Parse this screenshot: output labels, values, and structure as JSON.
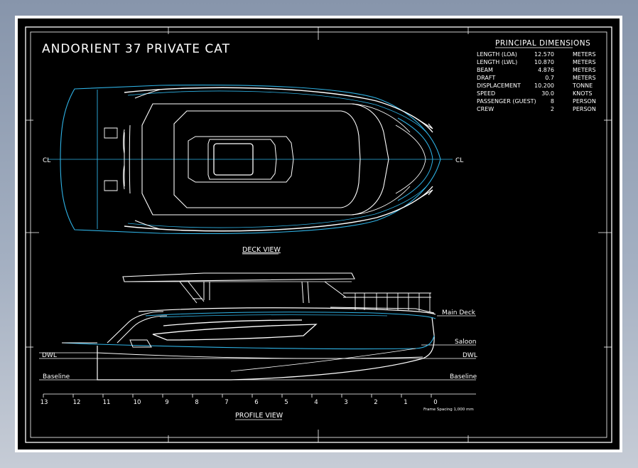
{
  "drawing": {
    "title": "ANDORIENT 37 PRIVATE CAT",
    "principal_dimensions": {
      "heading": "PRINCIPAL DIMENSIONS",
      "rows": [
        {
          "label": "LENGTH (LOA)",
          "value": "12.570",
          "unit": "METERS"
        },
        {
          "label": "LENGTH (LWL)",
          "value": "10.870",
          "unit": "METERS"
        },
        {
          "label": "BEAM",
          "value": "4.876",
          "unit": "METERS"
        },
        {
          "label": "DRAFT",
          "value": "0.7",
          "unit": "METERS"
        },
        {
          "label": "DISPLACEMENT",
          "value": "10.200",
          "unit": "TONNE"
        },
        {
          "label": "SPEED",
          "value": "30.0",
          "unit": "KNOTS"
        },
        {
          "label": "PASSENGER (GUEST)",
          "value": "8",
          "unit": "PERSON"
        },
        {
          "label": "CREW",
          "value": "2",
          "unit": "PERSON"
        }
      ]
    },
    "deck_view": {
      "caption": "DECK VIEW",
      "centerline_left": "CL",
      "centerline_right": "CL"
    },
    "profile_view": {
      "caption": "PROFILE VIEW",
      "labels": {
        "main_deck": "Main Deck",
        "saloon": "Saloon",
        "dwl_left": "DWL",
        "dwl_right": "DWL",
        "baseline_left": "Baseline",
        "baseline_right": "Baseline"
      },
      "frame_numbers": [
        "13",
        "12",
        "11",
        "10",
        "9",
        "8",
        "7",
        "6",
        "5",
        "4",
        "3",
        "2",
        "1",
        "0"
      ],
      "frame_spacing_note": "Frame Spacing 1,000 mm"
    },
    "colors": {
      "background": "#000000",
      "line_white": "#ffffff",
      "line_cyan": "#2fb3e6",
      "window_gradient_top": "#8795ab",
      "window_gradient_bottom": "#c6ccd6"
    }
  }
}
